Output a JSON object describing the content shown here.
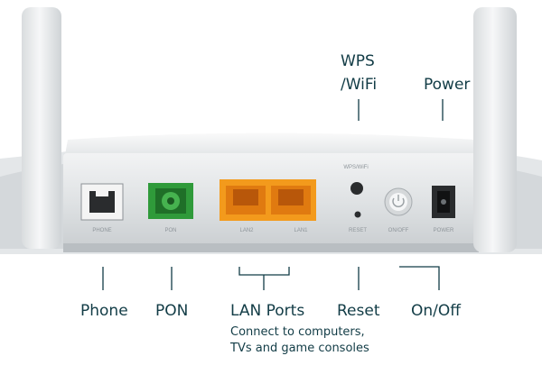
{
  "callouts": {
    "wps_wifi_line1": "WPS",
    "wps_wifi_line2": "/WiFi",
    "power": "Power",
    "phone": "Phone",
    "pon": "PON",
    "lan_ports": "LAN Ports",
    "lan_ports_note_line1": "Connect to computers,",
    "lan_ports_note_line2": "TVs and game consoles",
    "reset": "Reset",
    "on_off": "On/Off"
  },
  "device_print": {
    "wps_wifi": "WPS/WiFi",
    "phone": "PHONE",
    "pon": "PON",
    "lan2": "LAN2",
    "lan1": "LAN1",
    "reset": "RESET",
    "on_off": "ON/OFF",
    "power": "POWER"
  },
  "colors": {
    "label_text": "#123c46",
    "router_body": "#e9ebec",
    "lan_port": "#f39a1c",
    "pon_port": "#2f9a3a"
  }
}
